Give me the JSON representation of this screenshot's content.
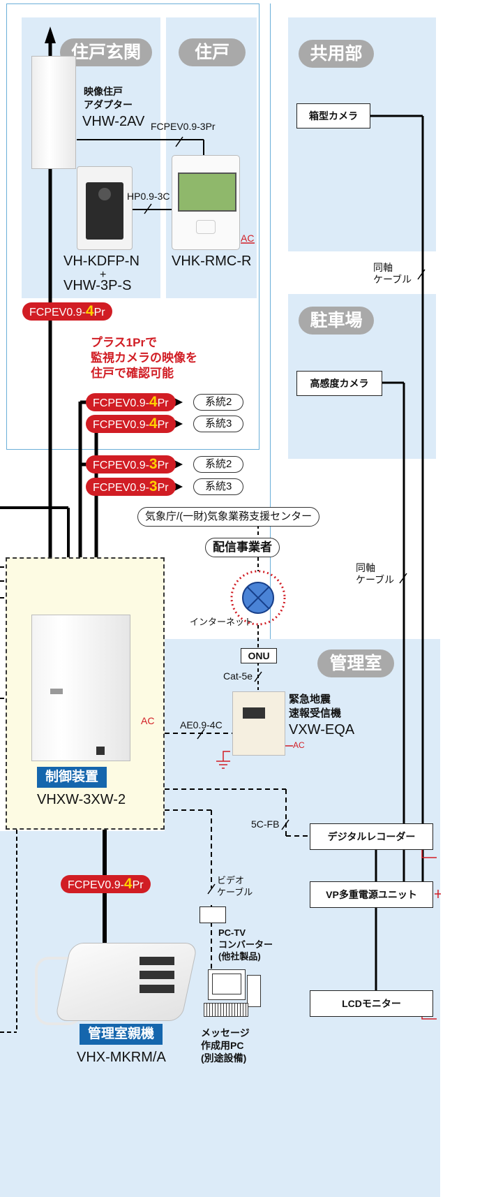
{
  "sections": {
    "entrance": "住戸玄関",
    "dwelling": "住戸",
    "common": "共用部",
    "parking": "駐車場",
    "management": "管理室"
  },
  "devices": {
    "adapter_desc": "映像住戸\nアダプター",
    "adapter_model": "VHW-2AV",
    "door_station_model_a": "VH-KDFP-N",
    "door_station_plus": "+",
    "door_station_model_b": "VHW-3P-S",
    "monitor_model": "VHK-RMC-R",
    "control_label": "制御装置",
    "control_model": "VHXW-3XW-2",
    "master_label": "管理室親機",
    "master_model": "VHX-MKRM/A",
    "eew_desc": "緊急地震\n速報受信機",
    "eew_model": "VXW-EQA",
    "box_camera": "箱型カメラ",
    "hs_camera": "高感度カメラ",
    "vp_unit": "VP多重電源ユニット",
    "recorder": "デジタルレコーダー",
    "lcd": "LCDモニター",
    "onu": "ONU",
    "pc_label": "メッセージ\n作成用PC\n(別途設備)",
    "converter_label": "PC-TV\nコンバーター\n(他社製品)"
  },
  "cables": {
    "fcpev_3pr": "FCPEV0.9-3Pr",
    "hp": "HP0.9-3C",
    "ac": "AC",
    "coax": "同軸\nケーブル",
    "cat5e": "Cat-5e",
    "ae": "AE0.9-4C",
    "fb5c": "5C-FB",
    "video_cable": "ビデオ\nケーブル",
    "internet": "インターネット"
  },
  "red_pills": {
    "prefix": "FCPEV0.9-",
    "n4": "4",
    "n3": "3",
    "pr": "Pr"
  },
  "systems": {
    "sys2": "系統2",
    "sys3": "系統3"
  },
  "notes": {
    "plus1pr": "プラス1Prで\n監視カメラの映像を\n住戸で確認可能"
  },
  "providers": {
    "jma": "気象庁/(一財)気象業務支援センター",
    "distributor": "配信事業者"
  },
  "colors": {
    "panel_blue": "#dcebf8",
    "pill_gray": "#a9a9a9",
    "accent_red": "#d11d24",
    "number_yellow": "#ffd200",
    "label_blue": "#1566ad",
    "control_fill": "#fdfbe3"
  }
}
